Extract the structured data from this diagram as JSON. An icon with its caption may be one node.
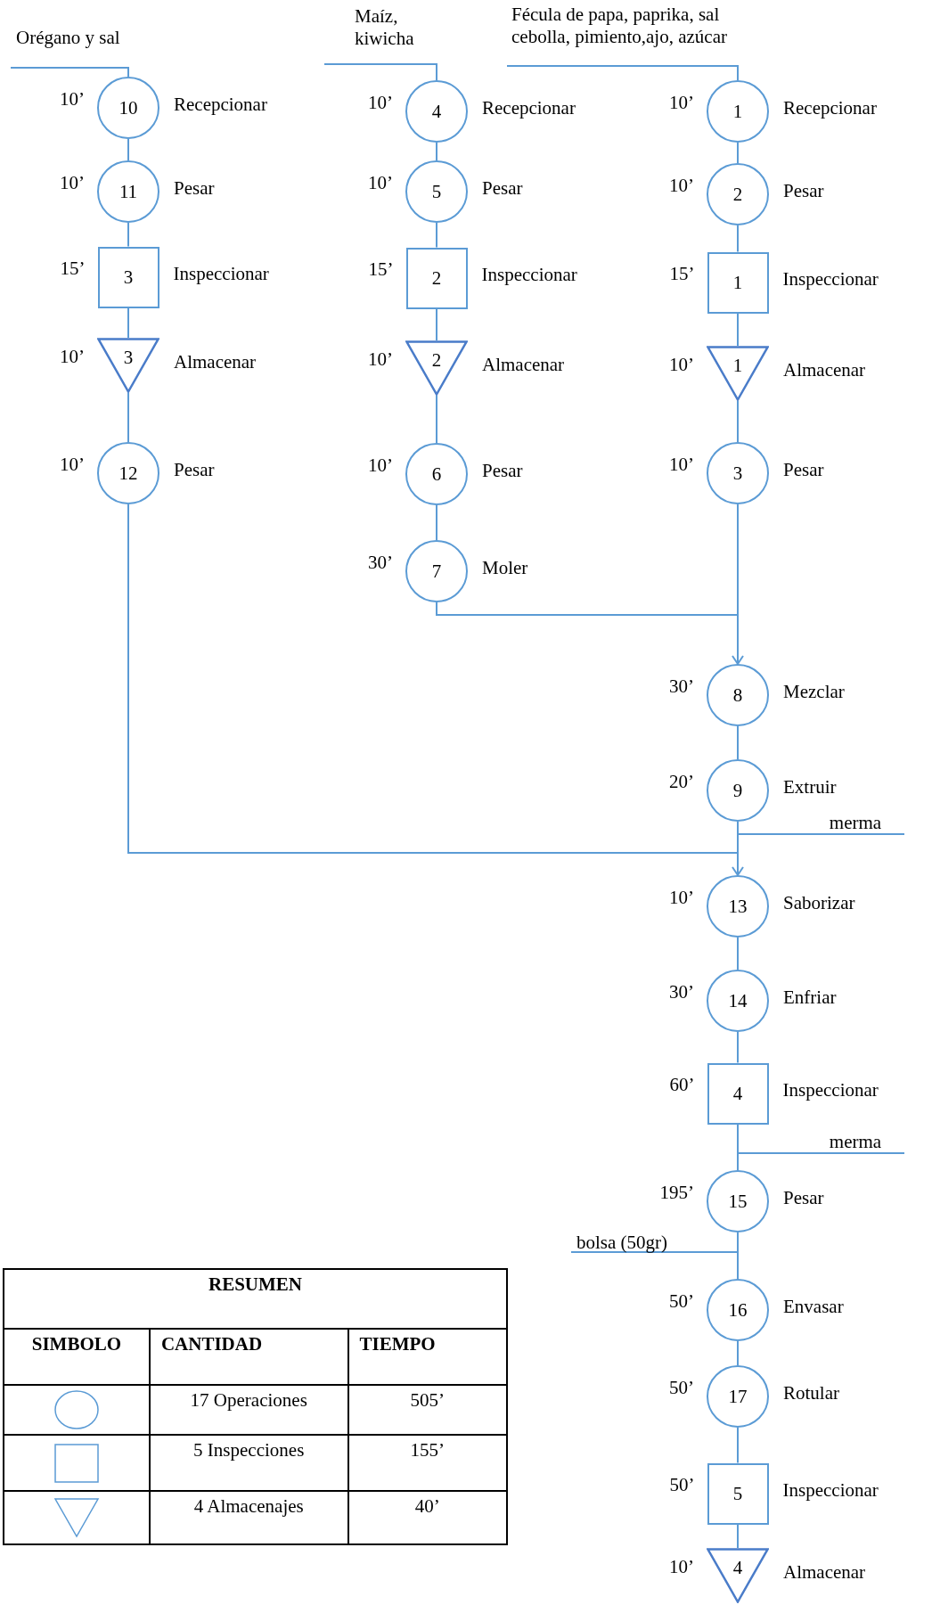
{
  "diagram": {
    "nodes": [
      {
        "text": [
          "Orégano y sal"
        ]
      },
      {
        "text": [
          "Maíz, kiwicha"
        ]
      },
      {
        "text": [
          "Fécula de papa, paprika, sal cebolla, pimiento,ajo, azúcar"
        ]
      },
      {
        "text": [
          "10"
        ],
        "beside": [
          "10’",
          "Recepcionar"
        ]
      },
      {
        "text": [
          "11"
        ],
        "beside": [
          "10’",
          "Pesar"
        ]
      },
      {
        "text": [
          "3"
        ],
        "beside": [
          "15’",
          "Inspeccionar"
        ]
      },
      {
        "text": [
          "3"
        ],
        "beside": [
          "10’",
          "Almacenar"
        ]
      },
      {
        "text": [
          "12"
        ],
        "beside": [
          "10’",
          "Pesar"
        ]
      },
      {
        "text": [
          "4"
        ],
        "beside": [
          "10’",
          "Recepcionar"
        ]
      },
      {
        "text": [
          "5"
        ],
        "beside": [
          "10’",
          "Pesar"
        ]
      },
      {
        "text": [
          "2"
        ],
        "beside": [
          "15’",
          "Inspeccionar"
        ]
      },
      {
        "text": [
          "2"
        ],
        "beside": [
          "10’",
          "Almacenar"
        ]
      },
      {
        "text": [
          "6"
        ],
        "beside": [
          "10’",
          "Pesar"
        ]
      },
      {
        "text": [
          "7"
        ],
        "beside": [
          "30’",
          "Moler"
        ]
      },
      {
        "text": [
          "1"
        ],
        "beside": [
          "10’",
          "Recepcionar"
        ]
      },
      {
        "text": [
          "2"
        ],
        "beside": [
          "10’",
          "Pesar"
        ]
      },
      {
        "text": [
          "1"
        ],
        "beside": [
          "15’",
          "Inspeccionar"
        ]
      },
      {
        "text": [
          "1"
        ],
        "beside": [
          "10’",
          "Almacenar"
        ]
      },
      {
        "text": [
          "3"
        ],
        "beside": [
          "10’",
          "Pesar"
        ]
      },
      {
        "text": [
          "8"
        ],
        "beside": [
          "30’",
          "Mezclar"
        ]
      },
      {
        "text": [
          "9"
        ],
        "beside": [
          "20’",
          "Extruir"
        ]
      },
      {
        "text": [
          "merma"
        ]
      },
      {
        "text": [
          "13"
        ],
        "beside": [
          "10’",
          "Saborizar"
        ]
      },
      {
        "text": [
          "14"
        ],
        "beside": [
          "30’",
          "Enfriar"
        ]
      },
      {
        "text": [
          "4"
        ],
        "beside": [
          "60’",
          "Inspeccionar"
        ]
      },
      {
        "text": [
          "merma"
        ]
      },
      {
        "text": [
          "15"
        ],
        "beside": [
          "195’",
          "Pesar"
        ]
      },
      {
        "text": [
          "bolsa (50gr)"
        ]
      },
      {
        "text": [
          "16"
        ],
        "beside": [
          "50’",
          "Envasar"
        ]
      },
      {
        "text": [
          "17"
        ],
        "beside": [
          "50’",
          "Rotular"
        ]
      },
      {
        "text": [
          "5"
        ],
        "beside": [
          "50’",
          "Inspeccionar"
        ]
      },
      {
        "text": [
          "4"
        ],
        "beside": [
          "10’",
          "Almacenar"
        ]
      }
    ],
    "edges": [
      {
        "from": 0,
        "to": 3,
        "arrow": "none"
      },
      {
        "from": 3,
        "to": 4,
        "arrow": "none"
      },
      {
        "from": 4,
        "to": 5,
        "arrow": "none"
      },
      {
        "from": 5,
        "to": 6,
        "arrow": "none"
      },
      {
        "from": 6,
        "to": 7,
        "arrow": "none"
      },
      {
        "from": 1,
        "to": 8,
        "arrow": "none"
      },
      {
        "from": 8,
        "to": 9,
        "arrow": "none"
      },
      {
        "from": 9,
        "to": 10,
        "arrow": "none"
      },
      {
        "from": 10,
        "to": 11,
        "arrow": "none"
      },
      {
        "from": 11,
        "to": 12,
        "arrow": "none"
      },
      {
        "from": 12,
        "to": 13,
        "arrow": "none"
      },
      {
        "from": 2,
        "to": 14,
        "arrow": "none"
      },
      {
        "from": 14,
        "to": 15,
        "arrow": "none"
      },
      {
        "from": 15,
        "to": 16,
        "arrow": "none"
      },
      {
        "from": 16,
        "to": 17,
        "arrow": "none"
      },
      {
        "from": 17,
        "to": 18,
        "arrow": "none"
      },
      {
        "from": 18,
        "to": 19,
        "arrow": "none"
      },
      {
        "from": 13,
        "to": 19,
        "arrow": "to"
      },
      {
        "from": 19,
        "to": 20,
        "arrow": "none"
      },
      {
        "from": 20,
        "to": 21,
        "arrow": "none"
      },
      {
        "from": 20,
        "to": 22,
        "arrow": "none"
      },
      {
        "from": 7,
        "to": 22,
        "arrow": "to"
      },
      {
        "from": 22,
        "to": 23,
        "arrow": "none"
      },
      {
        "from": 23,
        "to": 24,
        "arrow": "none"
      },
      {
        "from": 24,
        "to": 25,
        "arrow": "none"
      },
      {
        "from": 24,
        "to": 26,
        "arrow": "none"
      },
      {
        "from": 26,
        "to": 28,
        "arrow": "none"
      },
      {
        "from": 27,
        "to": 28,
        "arrow": "none"
      },
      {
        "from": 28,
        "to": 29,
        "arrow": "none"
      },
      {
        "from": 29,
        "to": 30,
        "arrow": "none"
      },
      {
        "from": 30,
        "to": 31,
        "arrow": "none"
      }
    ],
    "labels": [
      "RESUMEN",
      "SIMBOLO",
      "CANTIDAD",
      "TIEMPO",
      "17 Operaciones",
      "505’",
      "5 Inspecciones",
      "155’",
      "4 Almacenajes",
      "40’"
    ]
  }
}
